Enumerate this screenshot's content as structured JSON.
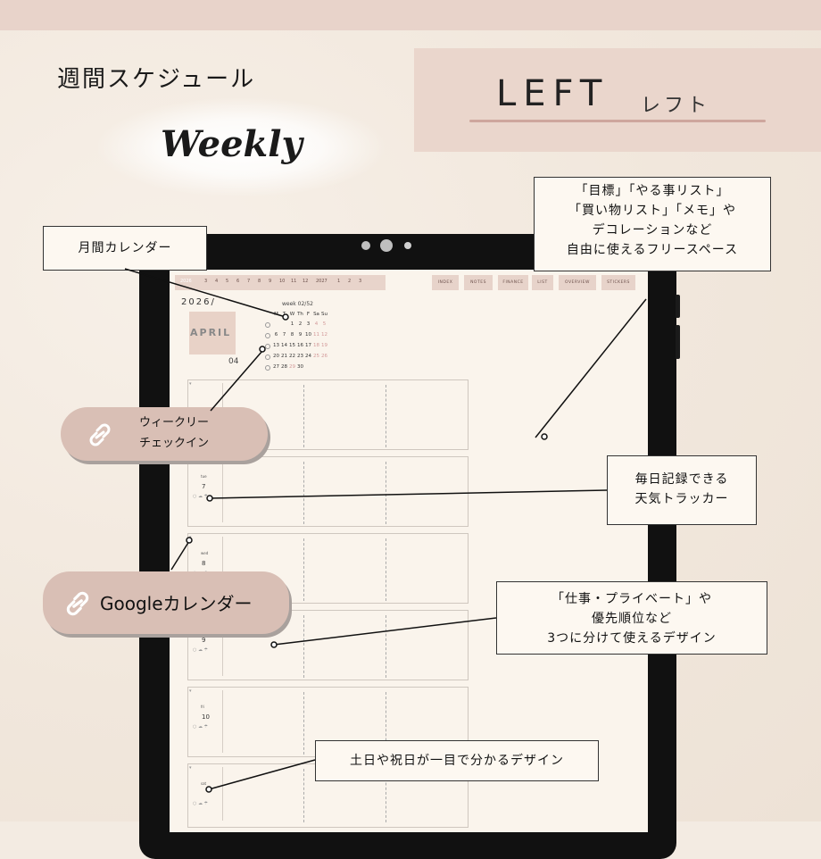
{
  "header": {
    "title_jp": "週間スケジュール",
    "title_en": "Weekly",
    "side_label": "LEFT",
    "side_label_jp": "レフト"
  },
  "planner": {
    "year_nav": {
      "year": "2026",
      "months": [
        "3",
        "4",
        "5",
        "6",
        "7",
        "8",
        "9",
        "10",
        "11",
        "12"
      ],
      "next_year": "2027",
      "next_months": [
        "1",
        "2",
        "3"
      ]
    },
    "tabs": [
      "INDEX",
      "NOTES",
      "FINANCE",
      "LIST",
      "OVERVIEW",
      "STICKERS"
    ],
    "year": "2026/",
    "month_name": "APRIL",
    "month_num": "04",
    "week_label": "week 02/52",
    "cal_header": [
      "M",
      "T",
      "W",
      "Th",
      "F",
      "Sa",
      "Su"
    ],
    "cal_rows": [
      [
        "",
        "",
        "1",
        "2",
        "3",
        "4",
        "5"
      ],
      [
        "6",
        "7",
        "8",
        "9",
        "10",
        "11",
        "12"
      ],
      [
        "13",
        "14",
        "15",
        "16",
        "17",
        "18",
        "19"
      ],
      [
        "20",
        "21",
        "22",
        "23",
        "24",
        "25",
        "26"
      ],
      [
        "27",
        "28",
        "29",
        "30",
        "",
        "",
        ""
      ]
    ],
    "days": [
      {
        "name": "",
        "num": ""
      },
      {
        "name": "tue",
        "num": "7"
      },
      {
        "name": "wed",
        "num": "8"
      },
      {
        "name": "",
        "num": "9"
      },
      {
        "name": "fri",
        "num": "10"
      },
      {
        "name": "sat",
        "num": ""
      }
    ]
  },
  "callouts": {
    "monthly_calendar": "月間カレンダー",
    "free_space": [
      "「目標」「やる事リスト」",
      "「買い物リスト」「メモ」や",
      "デコレーションなど",
      "自由に使えるフリースペース"
    ],
    "weather": [
      "毎日記録できる",
      "天気トラッカー"
    ],
    "three_split": [
      "「仕事・プライベート」や",
      "優先順位など",
      "3つに分けて使えるデザイン"
    ],
    "weekend": "土日や祝日が一目で分かるデザイン"
  },
  "pills": {
    "weekly_checkin": [
      "ウィークリー",
      "チェックイン"
    ],
    "google_calendar": "Googleカレンダー"
  },
  "colors": {
    "accent": "#d9bfb5",
    "card": "#ead6cc",
    "weekend": "#d39a9a"
  }
}
